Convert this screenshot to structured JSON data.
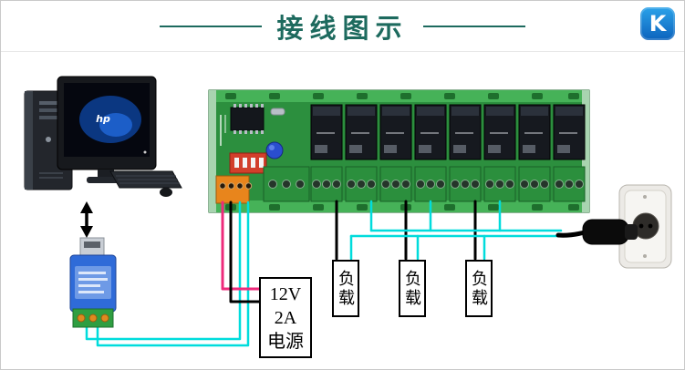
{
  "header": {
    "title": "接线图示",
    "logo_text": "K"
  },
  "power_supply_box": {
    "line1": "12V",
    "line2": "2A",
    "line3": "电源"
  },
  "load_boxes": [
    {
      "label": "负载"
    },
    {
      "label": "负载"
    },
    {
      "label": "负载"
    }
  ],
  "computer": {
    "monitor_logo": "hp"
  },
  "icons": {
    "logo": "kincony-k-logo",
    "arrow": "up-down-arrow-icon"
  },
  "colors": {
    "title": "#1d6a5e",
    "logo_blue": "#0c63bd",
    "pcb_green": "#2f9b43",
    "wire_cyan": "#00dcdc",
    "wire_pink": "#ee2a7b",
    "wire_black": "#000000",
    "adapter_blue": "#2f6bd8",
    "terminal_orange": "#e8851c"
  }
}
